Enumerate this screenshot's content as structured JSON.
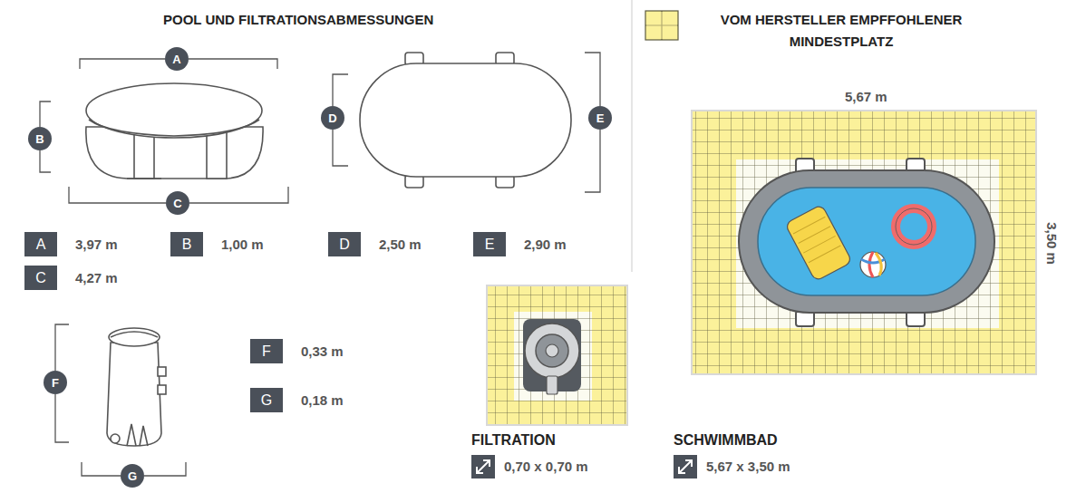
{
  "diagram": {
    "title": "POOL UND FILTRATIONSABMESSUNGEN",
    "nodes": [
      {
        "text": [
          "A"
        ]
      },
      {
        "text": [
          "B"
        ]
      },
      {
        "text": [
          "C"
        ]
      },
      {
        "text": [
          "D"
        ]
      },
      {
        "text": [
          "E"
        ]
      },
      {
        "text": [
          "A",
          "3,97 m"
        ]
      },
      {
        "text": [
          "B",
          "1,00 m"
        ]
      },
      {
        "text": [
          "D",
          "2,50 m"
        ]
      },
      {
        "text": [
          "E",
          "2,90 m"
        ]
      },
      {
        "text": [
          "C",
          "4,27 m"
        ]
      },
      {
        "text": [
          "F"
        ]
      },
      {
        "text": [
          "F",
          "0,33 m"
        ]
      },
      {
        "text": [
          "G",
          "0,18 m"
        ]
      },
      {
        "text": [
          "G"
        ]
      }
    ],
    "labels": [
      "5,67 m",
      "3,50 m",
      "FILTRATION",
      "0,70 x 0,70 m",
      "SCHWIMMBAD",
      "5,67 x 3,50 m"
    ],
    "legend": [
      {
        "text": "VOM HERSTELLER EMPFFOHLENER MINDESTPLATZ",
        "color": "#fbf19a"
      }
    ]
  }
}
